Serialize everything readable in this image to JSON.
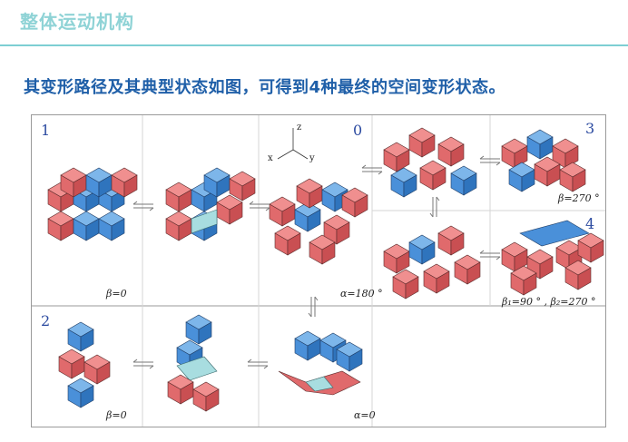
{
  "header": {
    "title": "整体运动机构",
    "subtitle": "其变形路径及其典型状态如图，可得到4种最终的空间变形状态。"
  },
  "figure": {
    "state_numbers": [
      "1",
      "0",
      "3",
      "4",
      "2"
    ],
    "axes": {
      "z": "z",
      "x": "x",
      "y": "y"
    },
    "labels": {
      "beta0_top": "β=0",
      "alpha180": "α=180 °",
      "beta270": "β=270 °",
      "beta12": "β₁=90 ° , β₂=270 °",
      "beta0_bottom": "β=0",
      "alpha0": "α=0"
    },
    "colors": {
      "red": "#e06a6c",
      "blue": "#4a90d9",
      "cyan": "#a8dde0",
      "divider": "#c8c8c8"
    }
  }
}
